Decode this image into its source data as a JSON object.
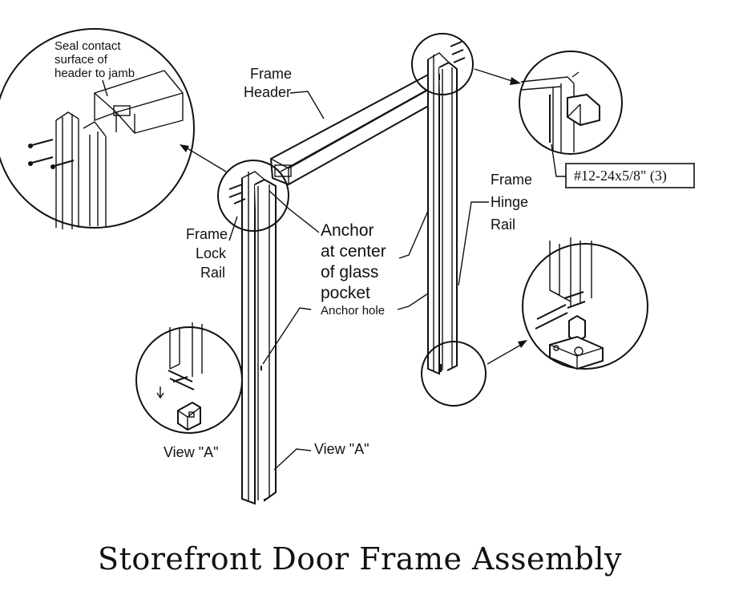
{
  "title": "Storefront Door Frame Assembly",
  "labels": {
    "seal_contact": [
      "Seal contact",
      "surface of",
      "header to jamb"
    ],
    "frame_header": [
      "Frame",
      "Header"
    ],
    "frame_lock_rail": [
      "Frame",
      "Lock",
      "Rail"
    ],
    "anchor_note": [
      "Anchor",
      "at center",
      "of glass",
      "pocket"
    ],
    "anchor_hole": "Anchor hole",
    "frame_hinge_rail": [
      "Frame",
      "Hinge",
      "Rail"
    ],
    "screw_spec": "#12-24x5/8\" (3)",
    "view_a_detail": "View \"A\"",
    "view_a_callout": "View \"A\""
  }
}
